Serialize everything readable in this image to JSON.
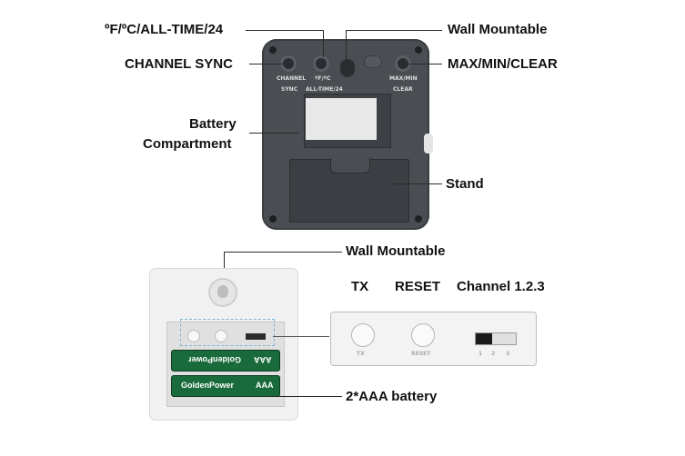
{
  "labels": {
    "temp_mode": "ºF/ºC/ALL-TIME/24",
    "channel_sync": "CHANNEL SYNC",
    "wall_mountable_top": "Wall Mountable",
    "max_min_clear": "MAX/MIN/CLEAR",
    "battery_compartment_1": "Battery",
    "battery_compartment_2": "Compartment",
    "stand": "Stand",
    "wall_mountable_bottom": "Wall Mountable",
    "tx": "TX",
    "reset": "RESET",
    "channel": "Channel 1.2.3",
    "battery": "2*AAA battery"
  },
  "device_text": {
    "channel_top": "CHANNEL",
    "channel_bottom": "SYNC",
    "temp_top": "ºF/ºC",
    "temp_bottom": "ALL-TIME/24",
    "maxmin_top": "MAX/MIN",
    "maxmin_bottom": "CLEAR",
    "cell_brand": "GoldenPower",
    "cell_size": "AAA",
    "panel_tx": "TX",
    "panel_reset": "RESET",
    "ch_1": "1",
    "ch_2": "2",
    "ch_3": "3"
  },
  "colors": {
    "device_dark": "#4a4e53",
    "device_white": "#f1f1f1",
    "battery_green": "#1a6b3b",
    "leader_line": "#2a2a2a"
  }
}
